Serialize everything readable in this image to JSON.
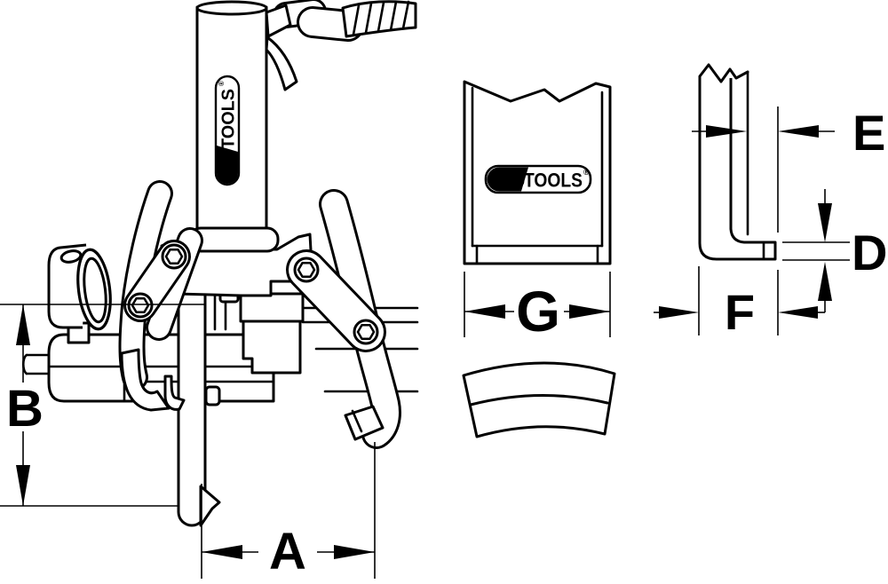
{
  "drawing": {
    "colors": {
      "line": "#000000",
      "background": "#ffffff"
    },
    "brand_logo": {
      "ks": "KS",
      "tools": "TOOLS",
      "registered": "®"
    },
    "dimension_labels": {
      "a": "A",
      "b": "B",
      "d": "D",
      "e": "E",
      "f": "F",
      "g": "G"
    }
  }
}
